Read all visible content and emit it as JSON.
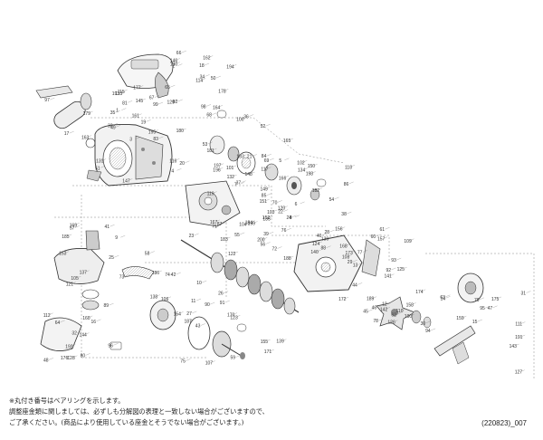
{
  "diagram": {
    "part_numbers": [
      "1",
      "2",
      "3",
      "4",
      "5",
      "6",
      "7",
      "8",
      "9",
      "10",
      "11",
      "12",
      "13",
      "14",
      "15",
      "16",
      "17",
      "18",
      "19",
      "20",
      "21",
      "22",
      "23",
      "24",
      "25",
      "26",
      "27",
      "28",
      "29",
      "30",
      "31",
      "32",
      "33",
      "34",
      "35",
      "36",
      "37",
      "38",
      "39",
      "40",
      "41",
      "42",
      "43",
      "44",
      "45",
      "46",
      "47",
      "48",
      "49",
      "50",
      "51",
      "52",
      "53",
      "54",
      "55",
      "56",
      "57",
      "58",
      "59",
      "60",
      "61",
      "62",
      "63",
      "64",
      "65",
      "66",
      "67",
      "68",
      "69",
      "70",
      "71",
      "72",
      "73",
      "74",
      "75",
      "76",
      "77",
      "78",
      "79",
      "80",
      "81",
      "82",
      "83",
      "84",
      "85",
      "86",
      "87",
      "88",
      "89",
      "90",
      "91",
      "92",
      "93",
      "94",
      "95",
      "96",
      "97",
      "98",
      "99",
      "100",
      "101",
      "102",
      "103",
      "104",
      "105",
      "106",
      "107",
      "108",
      "109",
      "110",
      "111",
      "112",
      "113",
      "114",
      "115",
      "116",
      "117",
      "118",
      "119",
      "120",
      "121",
      "122",
      "123",
      "124",
      "125",
      "126",
      "127",
      "128",
      "129",
      "130",
      "131",
      "132",
      "133",
      "134",
      "135",
      "136",
      "137",
      "138",
      "139",
      "140",
      "141",
      "142",
      "143",
      "144",
      "145",
      "146",
      "147",
      "148",
      "149",
      "150",
      "151",
      "152",
      "153",
      "154",
      "155",
      "156",
      "157",
      "158",
      "159",
      "160",
      "161",
      "162",
      "163",
      "164",
      "165",
      "166",
      "167",
      "168",
      "169",
      "170",
      "171",
      "172",
      "173",
      "174",
      "175",
      "176",
      "177",
      "178",
      "179",
      "180",
      "181",
      "182",
      "183",
      "184",
      "185",
      "186",
      "187",
      "188",
      "189",
      "190",
      "191",
      "192",
      "193",
      "194",
      "195",
      "196",
      "197",
      "198",
      "199",
      "200"
    ]
  },
  "notes": {
    "line1": "※丸付き番号はベアリングを示します。",
    "line2": "調整座金類に関しましては、必ずしも分解図の表理と一致しない場合がございますので、",
    "line3": "ご了承ください。(商品により使用している座金とそうでない場合がございます。)"
  },
  "doc_ref": "(220823)_007"
}
